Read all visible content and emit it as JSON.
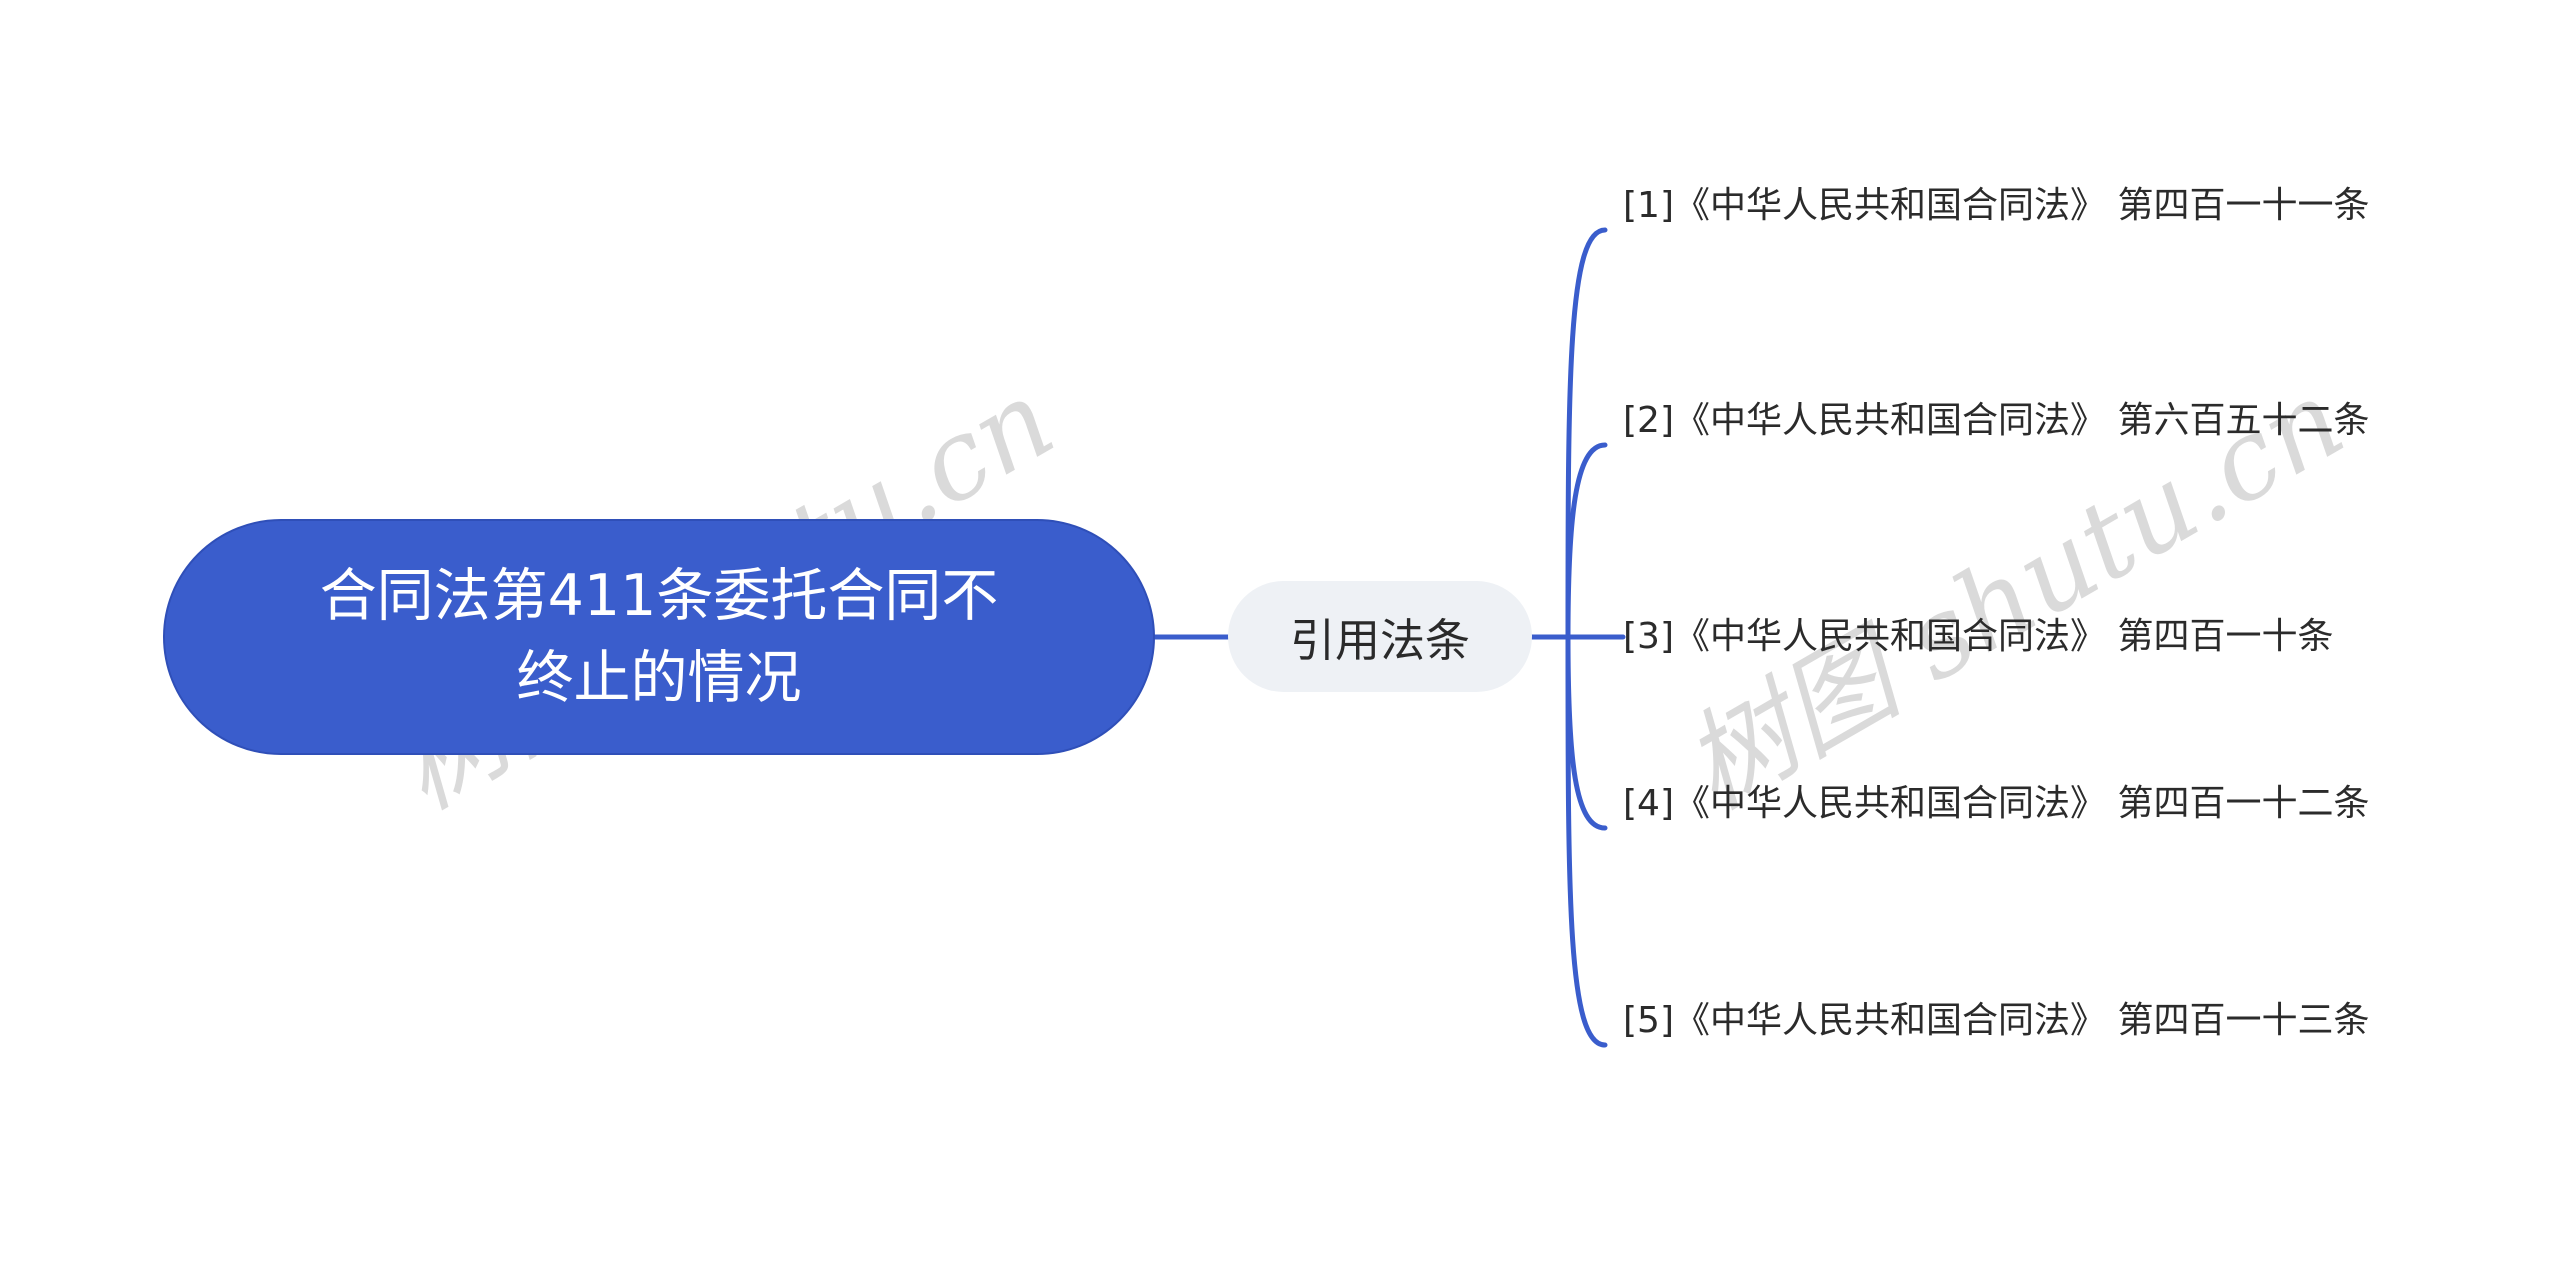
{
  "mindmap": {
    "root": {
      "label": "合同法第411条委托合同不终止的情况"
    },
    "branch": {
      "label": "引用法条"
    },
    "leaves": [
      {
        "label": "[1]《中华人民共和国合同法》 第四百一十一条"
      },
      {
        "label": "[2]《中华人民共和国合同法》 第六百五十二条"
      },
      {
        "label": "[3]《中华人民共和国合同法》 第四百一十条"
      },
      {
        "label": "[4]《中华人民共和国合同法》 第四百一十二条"
      },
      {
        "label": "[5]《中华人民共和国合同法》 第四百一十三条"
      }
    ]
  },
  "watermarks": [
    "树图 shutu.cn",
    "树图 shutu.cn"
  ],
  "colors": {
    "root_fill": "#3a5dcc",
    "branch_fill": "#eef1f5",
    "connector": "#3a5dcc",
    "text_dark": "#2b2b2b",
    "text_light": "#ffffff"
  }
}
